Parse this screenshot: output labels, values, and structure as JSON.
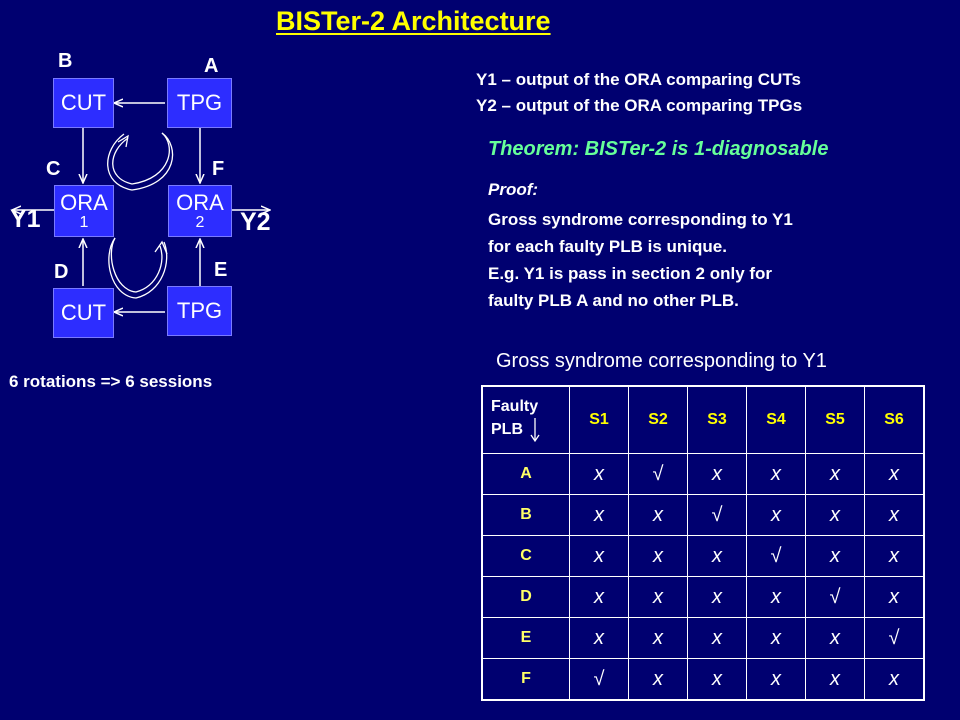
{
  "title": "BISTer-2 Architecture",
  "diagram": {
    "blocks": {
      "cut_top": "CUT",
      "tpg_top": "TPG",
      "ora1_name": "ORA",
      "ora1_index": "1",
      "ora2_name": "ORA",
      "ora2_index": "2",
      "cut_bottom": "CUT",
      "tpg_bottom": "TPG"
    },
    "letters": {
      "a": "A",
      "b": "B",
      "c": "C",
      "d": "D",
      "e": "E",
      "f": "F"
    },
    "outputs": {
      "y1": "Y1",
      "y2": "Y2"
    },
    "rotations_note": "6 rotations => 6 sessions"
  },
  "definitions": {
    "y1": "Y1 – output of the ORA comparing CUTs",
    "y2": "Y2 – output of the ORA comparing TPGs"
  },
  "theorem": "Theorem: BISTer-2 is 1-diagnosable",
  "proof": {
    "heading": "Proof:",
    "line1": "Gross syndrome corresponding to Y1",
    "line2": "for each faulty PLB is unique.",
    "line3": "E.g. Y1 is pass in section 2 only for",
    "line4": "faulty PLB A and no other PLB."
  },
  "table": {
    "caption": "Gross syndrome corresponding to Y1",
    "header_line1": "Faulty",
    "header_line2": "PLB",
    "columns": [
      "S1",
      "S2",
      "S3",
      "S4",
      "S5",
      "S6"
    ],
    "rows": [
      {
        "plb": "A",
        "cells": [
          "x",
          "√",
          "x",
          "x",
          "x",
          "x"
        ]
      },
      {
        "plb": "B",
        "cells": [
          "x",
          "x",
          "√",
          "x",
          "x",
          "x"
        ]
      },
      {
        "plb": "C",
        "cells": [
          "x",
          "x",
          "x",
          "√",
          "x",
          "x"
        ]
      },
      {
        "plb": "D",
        "cells": [
          "x",
          "x",
          "x",
          "x",
          "√",
          "x"
        ]
      },
      {
        "plb": "E",
        "cells": [
          "x",
          "x",
          "x",
          "x",
          "x",
          "√"
        ]
      },
      {
        "plb": "F",
        "cells": [
          "√",
          "x",
          "x",
          "x",
          "x",
          "x"
        ]
      }
    ]
  },
  "colors": {
    "background": "#000070",
    "title": "#ffff00",
    "theorem": "#66ff99",
    "block": "#2d2dff",
    "row_header": "#ffff66"
  }
}
